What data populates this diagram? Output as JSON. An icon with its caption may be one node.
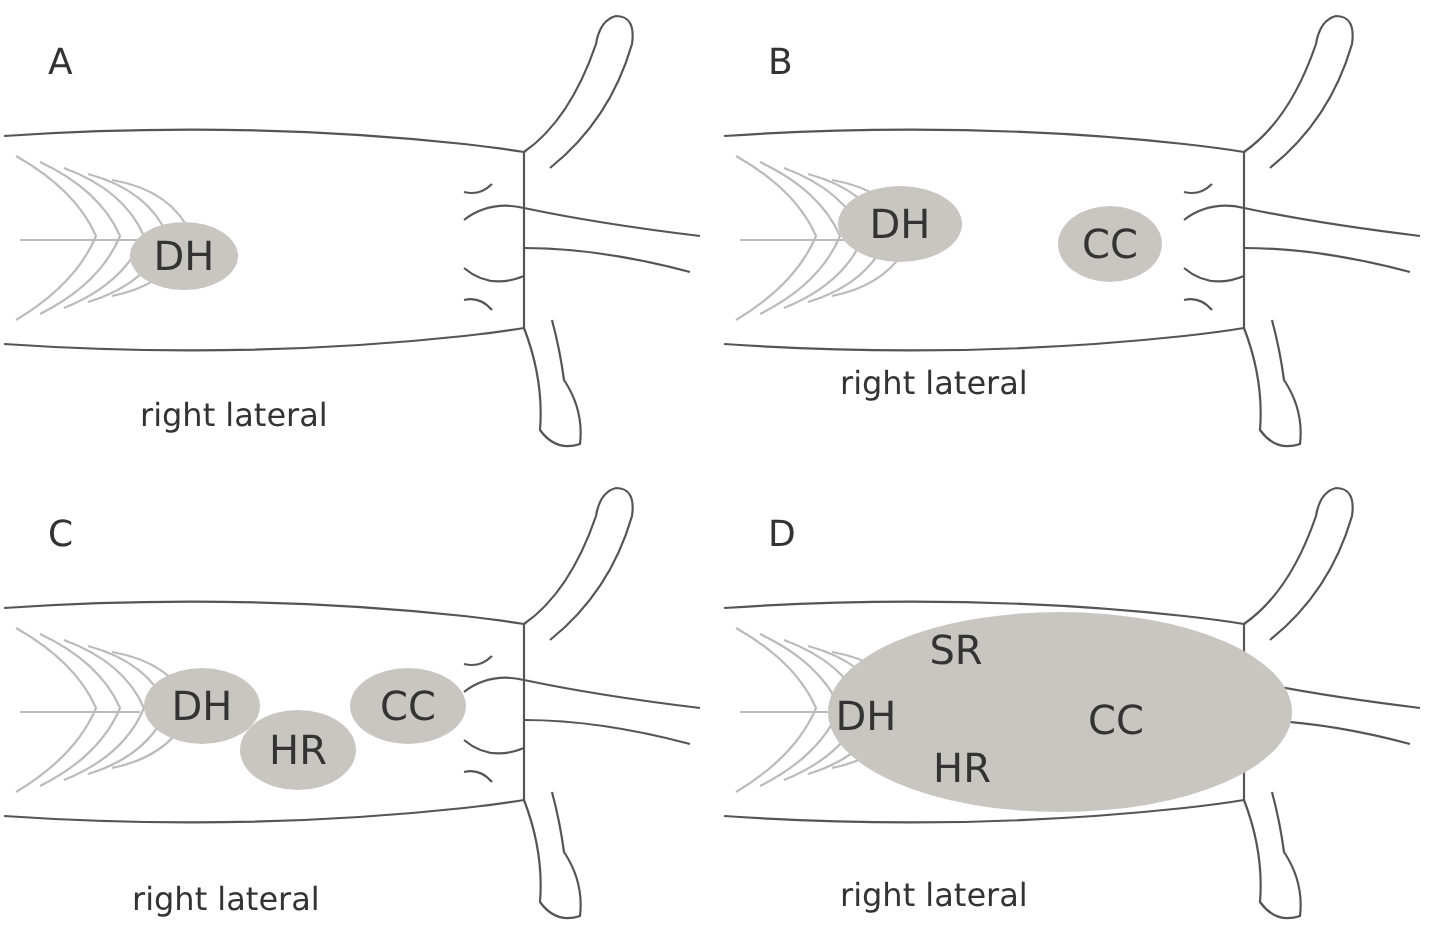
{
  "diagram": {
    "nodes": [
      {
        "text": [
          "DH"
        ]
      },
      {
        "text": [
          "DH"
        ]
      },
      {
        "text": [
          "CC"
        ]
      },
      {
        "text": [
          "DH"
        ]
      },
      {
        "text": [
          "HR"
        ]
      },
      {
        "text": [
          "CC"
        ]
      },
      {
        "text": [
          "SR",
          "DH",
          "CC",
          "HR"
        ]
      }
    ],
    "labels": [
      "A",
      "right lateral",
      "B",
      "right lateral",
      "C",
      "right lateral",
      "D",
      "right lateral"
    ]
  }
}
